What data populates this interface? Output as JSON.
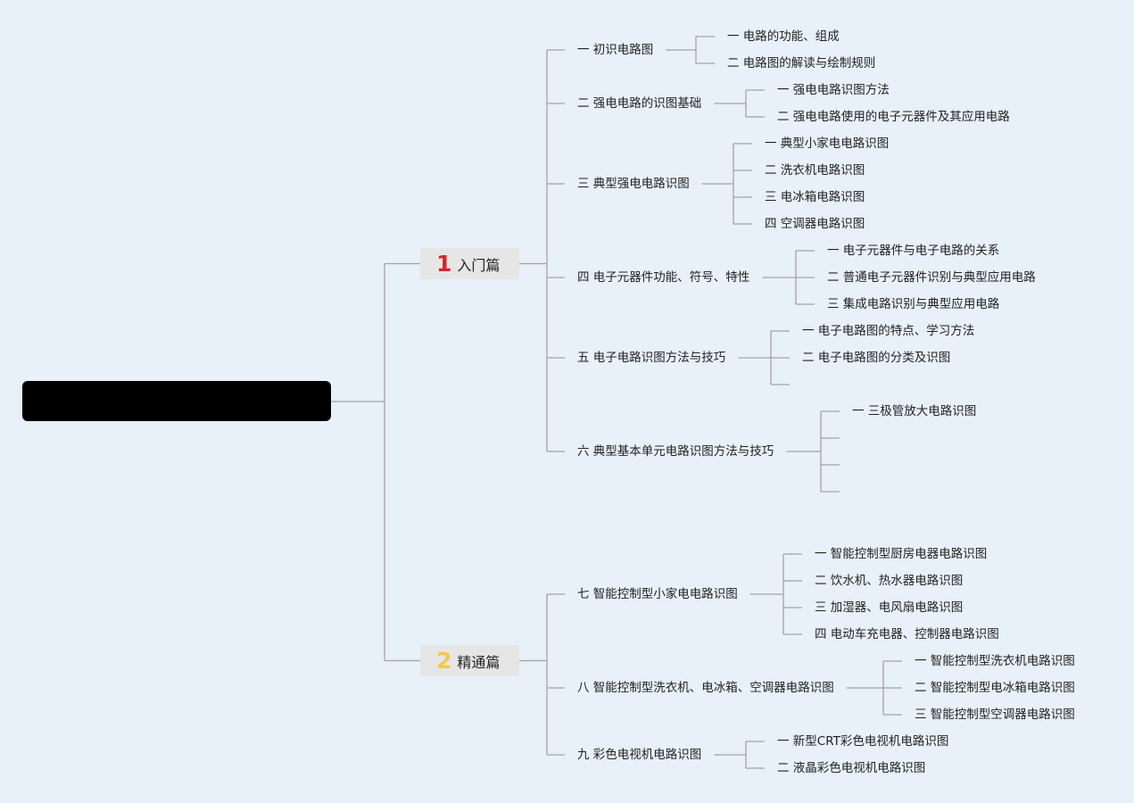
{
  "colors": {
    "background": "#e8f0f9",
    "line": "#a3a3a3",
    "part1_number": "#d6252c",
    "part2_number": "#f2c94c"
  },
  "parts": [
    {
      "number": "1",
      "label": "入门篇",
      "chapters": [
        {
          "label": "一 初识电路图",
          "topics": [
            "一 电路的功能、组成",
            "二 电路图的解读与绘制规则"
          ]
        },
        {
          "label": "二 强电电路的识图基础",
          "topics": [
            "一 强电电路识图方法",
            "二 强电电路使用的电子元器件及其应用电路"
          ]
        },
        {
          "label": "三 典型强电电路识图",
          "topics": [
            "一 典型小家电电路识图",
            "二 洗衣机电路识图",
            "三 电冰箱电路识图",
            "四 空调器电路识图"
          ]
        },
        {
          "label": "四 电子元器件功能、符号、特性",
          "topics": [
            "一 电子元器件与电子电路的关系",
            "二 普通电子元器件识别与典型应用电路",
            "三 集成电路识别与典型应用电路"
          ]
        },
        {
          "label": "五 电子电路识图方法与技巧",
          "topics": [
            "一 电子电路图的特点、学习方法",
            "二 电子电路图的分类及识图",
            ""
          ]
        },
        {
          "label": "六 典型基本单元电路识图方法与技巧",
          "topics": [
            "一 三极管放大电路识图",
            "",
            "",
            ""
          ]
        }
      ]
    },
    {
      "number": "2",
      "label": "精通篇",
      "chapters": [
        {
          "label": "七 智能控制型小家电电路识图",
          "topics": [
            "一 智能控制型厨房电器电路识图",
            "二 饮水机、热水器电路识图",
            "三 加湿器、电风扇电路识图",
            "四 电动车充电器、控制器电路识图"
          ]
        },
        {
          "label": "八 智能控制型洗衣机、电冰箱、空调器电路识图",
          "topics": [
            "一 智能控制型洗衣机电路识图",
            "二 智能控制型电冰箱电路识图",
            "三 智能控制型空调器电路识图"
          ]
        },
        {
          "label": "九 彩色电视机电路识图",
          "topics": [
            "一 新型CRT彩色电视机电路识图",
            "二 液晶彩色电视机电路识图"
          ]
        }
      ]
    }
  ]
}
